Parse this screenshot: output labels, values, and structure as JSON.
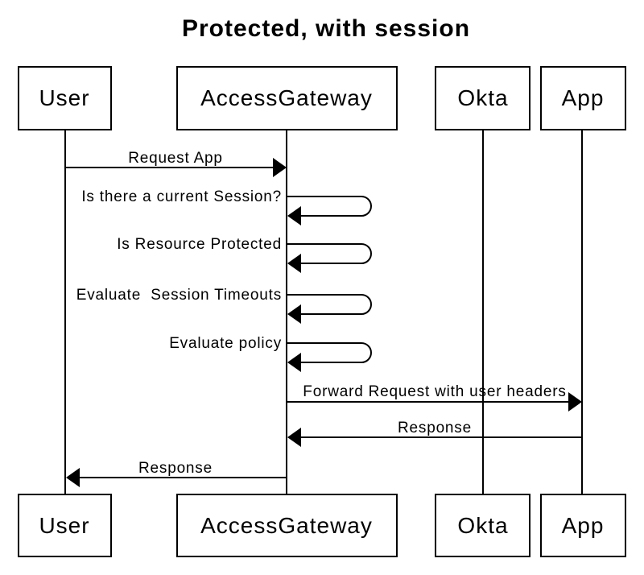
{
  "title": "Protected, with session",
  "actors": [
    {
      "id": "user",
      "label": "User"
    },
    {
      "id": "gateway",
      "label": "AccessGateway"
    },
    {
      "id": "okta",
      "label": "Okta"
    },
    {
      "id": "app",
      "label": "App"
    }
  ],
  "messages": [
    {
      "label": "Request App",
      "from": "User",
      "to": "AccessGateway",
      "type": "arrow"
    },
    {
      "label": "Is there a current Session?",
      "from": "AccessGateway",
      "to": "AccessGateway",
      "type": "self"
    },
    {
      "label": "Is Resource Protected",
      "from": "AccessGateway",
      "to": "AccessGateway",
      "type": "self"
    },
    {
      "label": "Evaluate  Session Timeouts",
      "from": "AccessGateway",
      "to": "AccessGateway",
      "type": "self"
    },
    {
      "label": "Evaluate policy",
      "from": "AccessGateway",
      "to": "AccessGateway",
      "type": "self"
    },
    {
      "label": "Forward Request with user headers",
      "from": "AccessGateway",
      "to": "App",
      "type": "arrow"
    },
    {
      "label": "Response",
      "from": "App",
      "to": "AccessGateway",
      "type": "arrow"
    },
    {
      "label": "Response",
      "from": "AccessGateway",
      "to": "User",
      "type": "arrow"
    }
  ],
  "colors": {
    "line": "#000000",
    "text": "#000000",
    "background": "#ffffff"
  }
}
